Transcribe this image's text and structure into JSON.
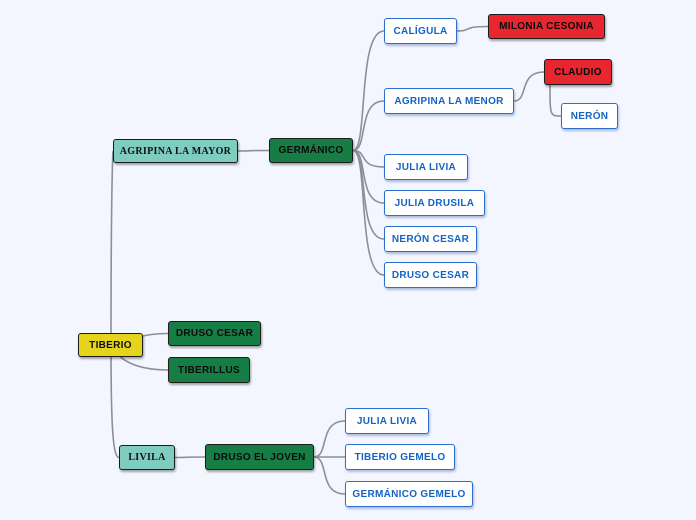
{
  "diagram": {
    "nodes": {
      "tiberio": "TIBERIO",
      "agripina_mayor": "AGRIPINA LA MAYOR",
      "germanico": "GERMÁNICO",
      "caligula": "CALÍGULA",
      "milonia_cesonia": "MILONIA CESONIA",
      "agripina_menor": "AGRIPINA LA MENOR",
      "claudio": "CLAUDIO",
      "neron": "NERÓN",
      "julia_livia_1": "JULIA LIVIA",
      "julia_drusila": "JULIA DRUSILA",
      "neron_cesar": "NERÓN CESAR",
      "druso_cesar_1": "DRUSO CESAR",
      "druso_cesar_2": "DRUSO CESAR",
      "tiberillus": "TIBERILLUS",
      "livila": "LIVILA",
      "druso_joven": "DRUSO EL JOVEN",
      "julia_livia_2": "JULIA LIVIA",
      "tiberio_gemelo": "TIBERIO GEMELO",
      "germanico_gemelo": "GERMÁNICO GEMELO"
    },
    "edges": [
      [
        "tiberio",
        "agripina_mayor"
      ],
      [
        "tiberio",
        "druso_cesar_2"
      ],
      [
        "tiberio",
        "tiberillus"
      ],
      [
        "tiberio",
        "livila"
      ],
      [
        "agripina_mayor",
        "germanico"
      ],
      [
        "germanico",
        "caligula"
      ],
      [
        "germanico",
        "agripina_menor"
      ],
      [
        "germanico",
        "julia_livia_1"
      ],
      [
        "germanico",
        "julia_drusila"
      ],
      [
        "germanico",
        "neron_cesar"
      ],
      [
        "germanico",
        "druso_cesar_1"
      ],
      [
        "caligula",
        "milonia_cesonia"
      ],
      [
        "agripina_menor",
        "claudio"
      ],
      [
        "claudio",
        "neron"
      ],
      [
        "livila",
        "druso_joven"
      ],
      [
        "druso_joven",
        "julia_livia_2"
      ],
      [
        "druso_joven",
        "tiberio_gemelo"
      ],
      [
        "druso_joven",
        "germanico_gemelo"
      ]
    ],
    "colors": {
      "background": "#f4f6ff",
      "root": "#e4d41c",
      "teal": "#7fcdc1",
      "green": "#167d45",
      "red": "#e8262f",
      "leaf_border": "#2a6fd0",
      "leaf_text": "#1463c4",
      "connector": "#8a8f99"
    }
  }
}
